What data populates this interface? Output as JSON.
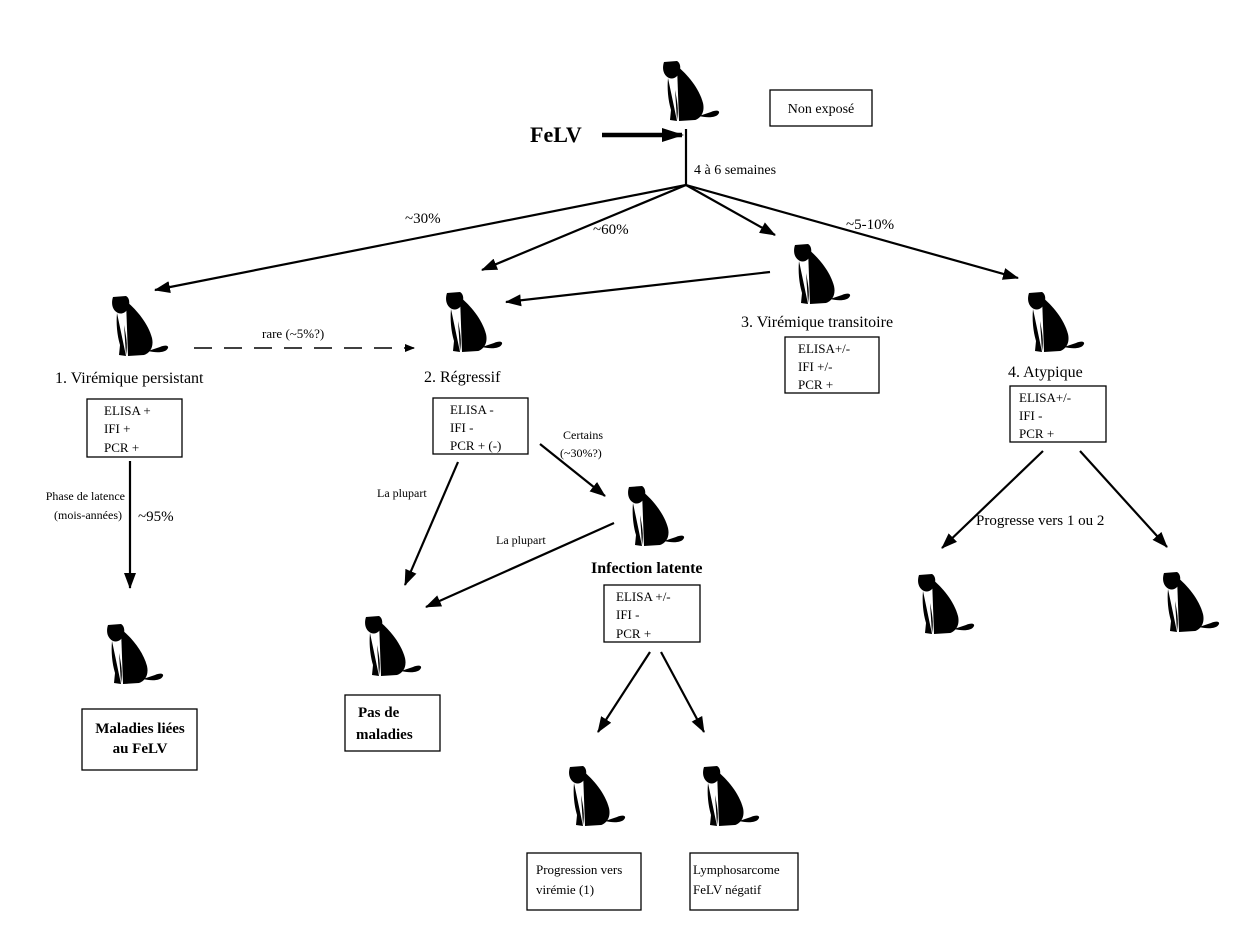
{
  "diagram": {
    "title_virus": "FeLV",
    "unexposed_label": "Non exposé",
    "incubation_label": "4 à 6 semaines",
    "branches": {
      "persistent_pct": "~30%",
      "regressive_pct": "~60%",
      "atypical_pct": "~5-10%",
      "rare_label": "rare (~5%?)",
      "latency_label_line1": "Phase de latence",
      "latency_label_line2": "(mois-années)",
      "latency_pct": "~95%",
      "most_label_1": "La plupart",
      "most_label_2": "La plupart",
      "some_label_line1": "Certains",
      "some_label_line2": "(~30%?)",
      "progress_label": "Progresse vers 1 ou 2"
    },
    "states": [
      {
        "title": "1. Virémique persistant",
        "tests": [
          "ELISA +",
          "IFI +",
          "PCR +"
        ]
      },
      {
        "title": "2. Régressif",
        "tests": [
          "ELISA -",
          "IFI -",
          "PCR + (-)"
        ]
      },
      {
        "title": "3. Virémique transitoire",
        "tests": [
          "ELISA+/-",
          "IFI +/-",
          "PCR +"
        ]
      },
      {
        "title": "4. Atypique",
        "tests": [
          "ELISA+/-",
          "IFI -",
          "PCR +"
        ]
      },
      {
        "title": "Infection latente",
        "tests": [
          "ELISA +/-",
          "IFI -",
          "PCR +"
        ]
      }
    ],
    "outcomes": {
      "felv_diseases": [
        "Maladies liées",
        "au FeLV"
      ],
      "no_disease": [
        "Pas de",
        "maladies"
      ],
      "progression": [
        "Progression vers",
        "virémie (1)"
      ],
      "lymphosarcoma": [
        "Lymphosarcome",
        "FeLV négatif"
      ]
    }
  }
}
